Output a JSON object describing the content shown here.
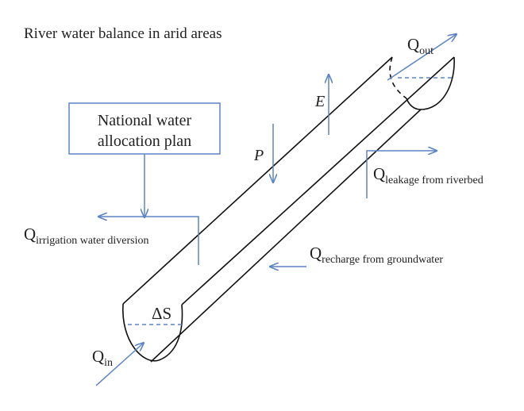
{
  "title": "River water balance in arid areas",
  "box": {
    "line1": "National water",
    "line2": "allocation plan"
  },
  "labels": {
    "q_out": {
      "main": "Q",
      "sub": "out"
    },
    "q_leak": {
      "main": "Q",
      "sub": "leakage from riverbed"
    },
    "q_irr": {
      "main": "Q",
      "sub": "irrigation water diversion"
    },
    "q_rech": {
      "main": "Q",
      "sub": "recharge from groundwater"
    },
    "q_in": {
      "main": "Q",
      "sub": "in"
    },
    "E": "E",
    "P": "P",
    "dS": "ΔS"
  },
  "colors": {
    "arrow": "#5b84c4",
    "outline": "#111111",
    "text": "#222222"
  }
}
